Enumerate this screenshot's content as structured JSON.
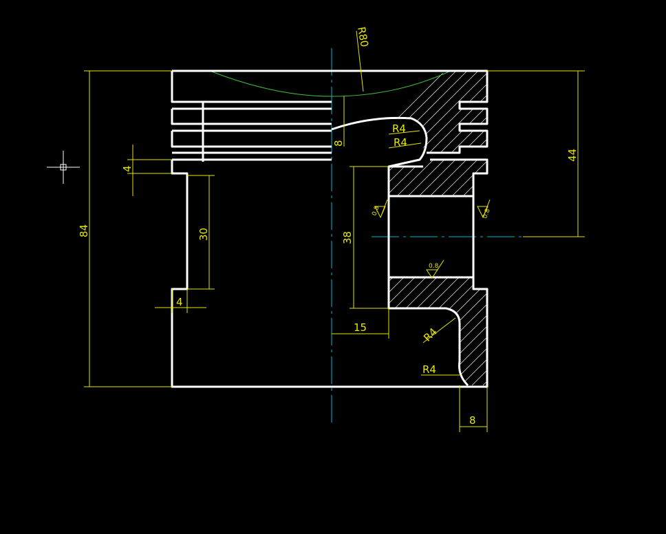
{
  "colors": {
    "background": "#000000",
    "outline": "#ffffff",
    "dimension": "#e6e600",
    "centerline": "#00b7d6",
    "arc_guide": "#3fbf3f",
    "hatch": "#cfcfcf"
  },
  "dimensions": {
    "radius_top": "R80",
    "radius_groove_1": "R4",
    "radius_groove_2": "R4",
    "radius_skirt_1": "R4",
    "radius_skirt_2": "R4",
    "height_total": "84",
    "height_pin_axis": "44",
    "ring_land": "4",
    "skirt_recess_height": "30",
    "skirt_recess_depth": "4",
    "top_thickness": "8",
    "boss_height": "38",
    "boss_offset": "15",
    "skirt_wall": "8"
  },
  "surface_finish": {
    "left": "0.8",
    "right": "0.8",
    "bottom": "0.8"
  },
  "icons": {
    "crosshair": "crosshair-cursor-icon"
  }
}
